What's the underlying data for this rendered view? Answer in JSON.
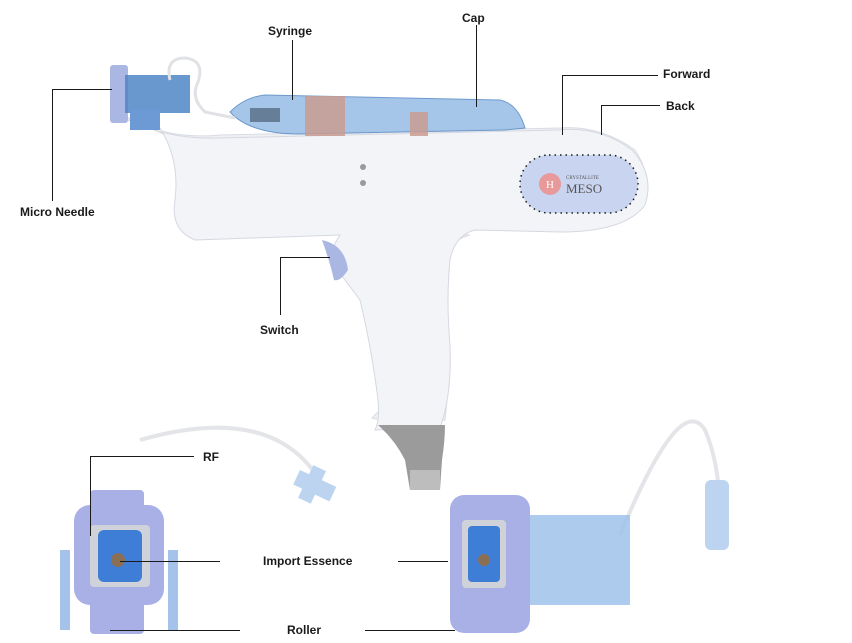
{
  "diagram": {
    "subject": "Mesotherapy injector gun with micro needle / RF roller heads",
    "brand_badge": {
      "line1": "CRYSTALLITE",
      "line2": "MESO",
      "logo_letter": "H"
    },
    "labels": {
      "syringe": "Syringe",
      "cap": "Cap",
      "forward": "Forward",
      "back": "Back",
      "micro_needle": "Micro Needle",
      "switch": "Switch",
      "rf": "RF",
      "import_essence": "Import Essence",
      "roller": "Roller"
    },
    "colors": {
      "body_white": "#f2f3f6",
      "body_shadow": "#dcdfe6",
      "syringe_blue": "#8fb8e0",
      "syringe_dark": "#4f86c6",
      "roller_lavender": "#a9b0e6",
      "head_blue": "#3f7ed6",
      "copper": "#c9958a",
      "badge_blue": "#c8d4f0",
      "badge_logo": "#e89a9a",
      "grip_gray": "#9a9a9a",
      "leader_line": "#1a1a1a"
    }
  }
}
